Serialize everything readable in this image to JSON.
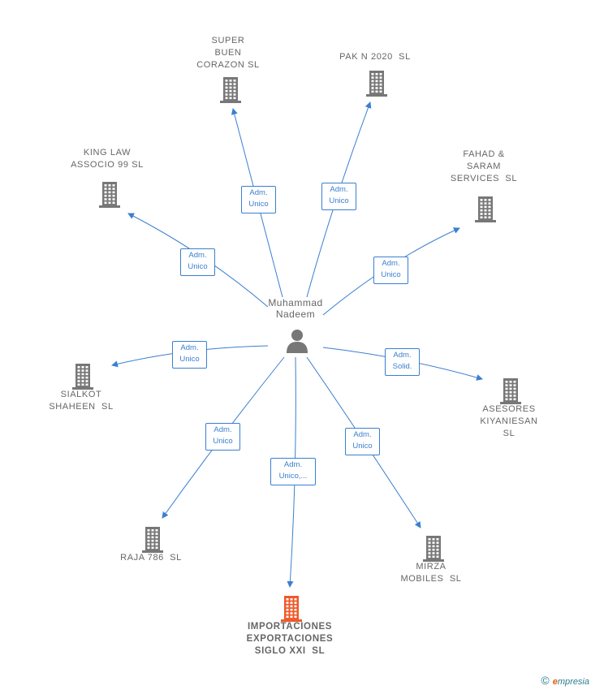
{
  "center": {
    "label": "Muhammad\nNadeem",
    "icon": "person-icon"
  },
  "colors": {
    "edge": "#3a7fd0",
    "company": "#777777",
    "highlight": "#f0592a",
    "text": "#666666"
  },
  "nodes": [
    {
      "id": "super-buen",
      "label": "SUPER\nBUEN\nCORAZON SL",
      "edge_label": "Adm.\nUnico",
      "highlight": false
    },
    {
      "id": "pak-n-2020",
      "label": "PAK N 2020  SL",
      "edge_label": "Adm.\nUnico",
      "highlight": false
    },
    {
      "id": "king-law",
      "label": "KING LAW\nASSOCIO 99 SL",
      "edge_label": "Adm.\nUnico",
      "highlight": false
    },
    {
      "id": "fahad-saram",
      "label": "FAHAD &\nSARAM\nSERVICES  SL",
      "edge_label": "Adm.\nUnico",
      "highlight": false
    },
    {
      "id": "sialkot",
      "label": "SIALKOT\nSHAHEEN  SL",
      "edge_label": "Adm.\nUnico",
      "highlight": false
    },
    {
      "id": "asesores",
      "label": "ASESORES\nKIYANIESAN\nSL",
      "edge_label": "Adm.\nSolid.",
      "highlight": false
    },
    {
      "id": "raja-786",
      "label": "RAJA 786  SL",
      "edge_label": "Adm.\nUnico",
      "highlight": false
    },
    {
      "id": "mirza",
      "label": "MIRZA\nMOBILES  SL",
      "edge_label": "Adm.\nUnico",
      "highlight": false
    },
    {
      "id": "importaciones",
      "label": "IMPORTACIONES\nEXPORTACIONES\nSIGLO XXI  SL",
      "edge_label": "Adm.\nUnico,...",
      "highlight": true
    }
  ],
  "footer": {
    "copyright": "©",
    "brand_e": "e",
    "brand_rest": "mpresia"
  }
}
